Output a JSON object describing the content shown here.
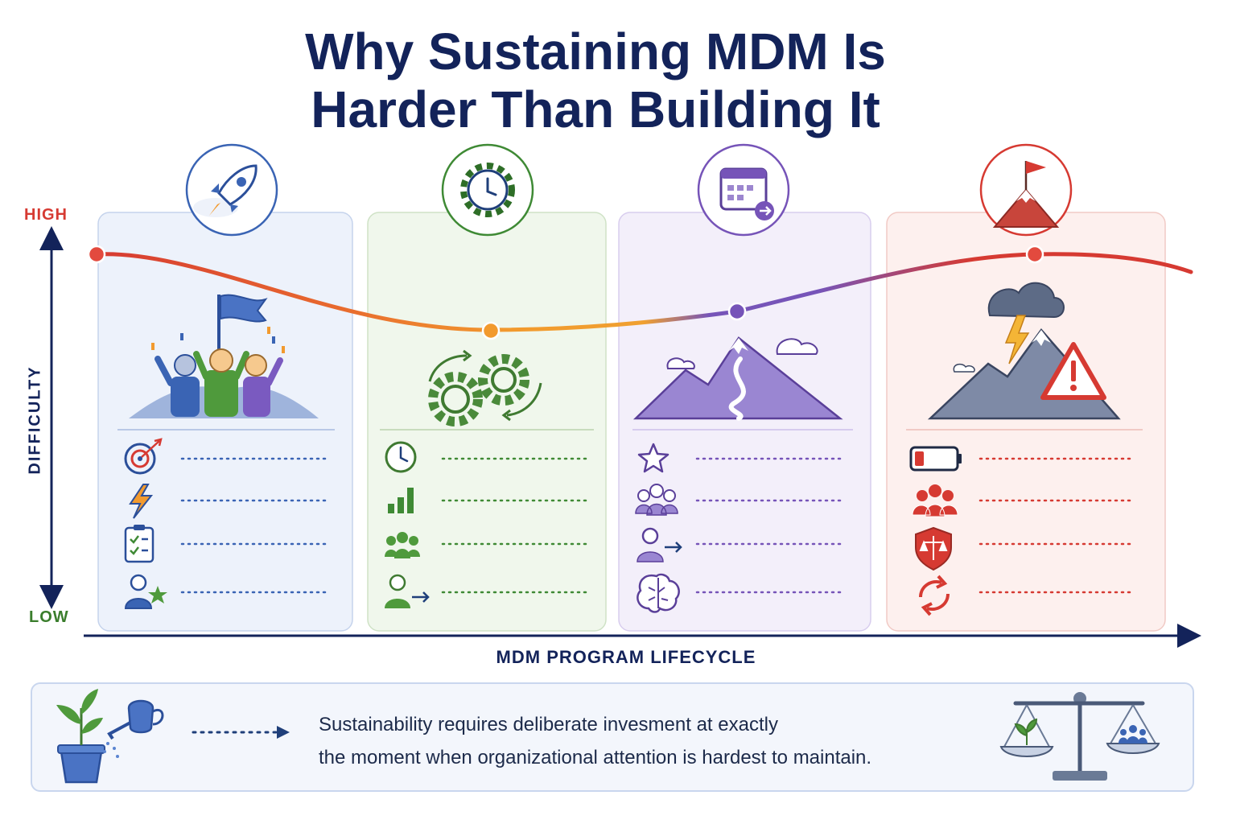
{
  "title": {
    "line1": "Why Sustaining MDM Is",
    "line2": "Harder Than Building It"
  },
  "axes": {
    "high": "HIGH",
    "low": "LOW",
    "y_label": "DIFFICULTY",
    "x_label": "MDM PROGRAM LIFECYCLE"
  },
  "difficulty_curve": [
    {
      "phase": 1,
      "level": "high"
    },
    {
      "phase": 2,
      "level": "low"
    },
    {
      "phase": 3,
      "level": "medium"
    },
    {
      "phase": 4,
      "level": "high"
    }
  ],
  "stages": [
    {
      "color": "#3a64b4",
      "bg": "#edf2fb",
      "badge_icon": "rocket-icon",
      "scene_icon": "team-celebration-icon",
      "item_icons": [
        "target-icon",
        "lightning-bolt-icon",
        "checklist-icon",
        "person-star-icon"
      ]
    },
    {
      "color": "#3f8a35",
      "bg": "#f0f7ec",
      "badge_icon": "gear-clock-icon",
      "scene_icon": "rotating-gears-icon",
      "item_icons": [
        "clock-icon",
        "bar-chart-icon",
        "team-icon",
        "person-arrow-icon"
      ]
    },
    {
      "color": "#7654b8",
      "bg": "#f3effa",
      "badge_icon": "calendar-arrow-icon",
      "scene_icon": "mountain-path-icon",
      "item_icons": [
        "star-icon",
        "team-icon",
        "person-arrow-icon",
        "brain-icon"
      ]
    },
    {
      "color": "#d63a32",
      "bg": "#fdf0ee",
      "badge_icon": "mountain-flag-icon",
      "scene_icon": "storm-mountain-warning-icon",
      "item_icons": [
        "low-battery-icon",
        "team-icon",
        "shield-scales-icon",
        "refresh-icon"
      ]
    }
  ],
  "footer": {
    "line1": "Sustainability requires deliberate invesment at exactly",
    "line2": "the moment when organizational attention is hardest to maintain.",
    "left_icon": "watering-plant-icon",
    "right_icon": "balance-scale-icon"
  },
  "colors": {
    "navy": "#13235a",
    "high": "#d63a32",
    "low": "#3a7d2c",
    "curve_mid": "#f29a2e"
  }
}
